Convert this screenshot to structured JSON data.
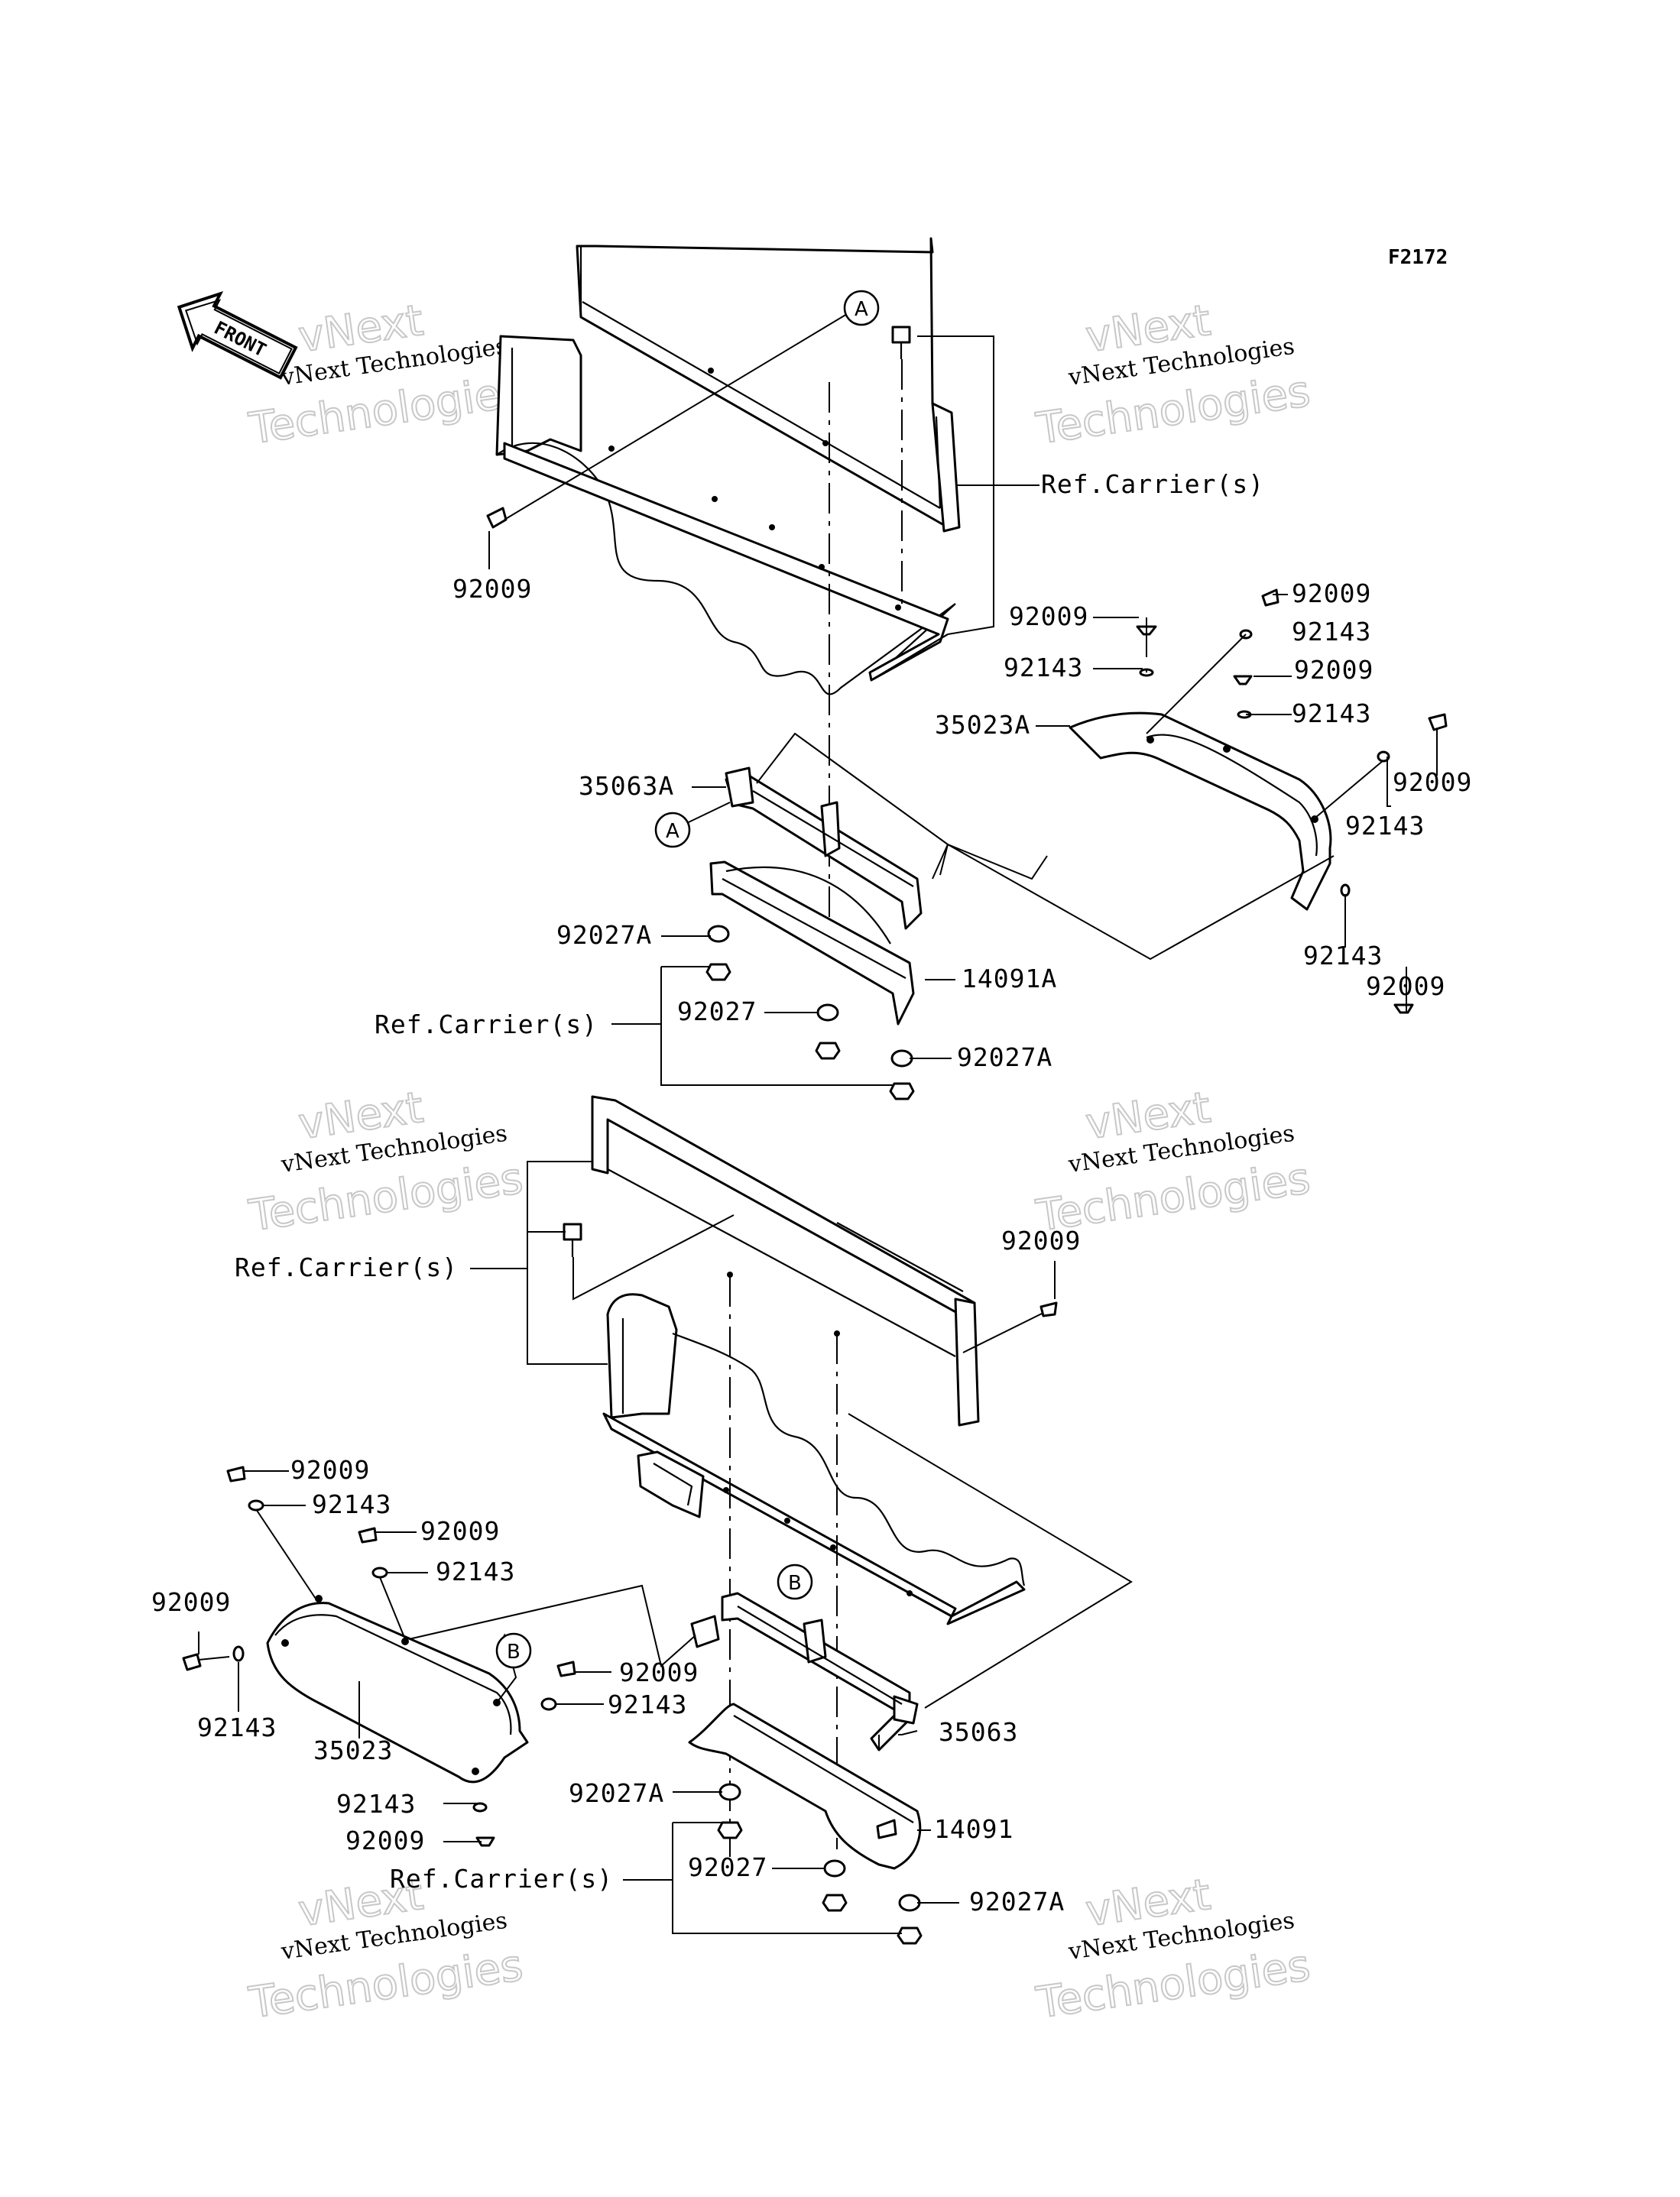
{
  "figure_code": "F2172",
  "front_arrow": "FRONT",
  "watermark": {
    "line1": "vNext",
    "line2": "vNext Technologies",
    "line3": "Technologies"
  },
  "callouts": {
    "a_top": "A",
    "a_mid": "A",
    "b_right": "B",
    "b_left": "B"
  },
  "labels": {
    "p1": "92009",
    "p2": "Ref.Carrier(s)",
    "p3": "92009",
    "p4": "92009",
    "p5": "92143",
    "p6": "92143",
    "p7": "92009",
    "p8": "35023A",
    "p9": "92143",
    "p10": "92009",
    "p11": "35063A",
    "p12": "92143",
    "p13": "92143",
    "p14": "92009",
    "p15": "92027A",
    "p16": "14091A",
    "p17": "Ref.Carrier(s)",
    "p18": "92027",
    "p19": "92027A",
    "p20": "92009",
    "p21": "Ref.Carrier(s)",
    "p22": "92009",
    "p23": "92143",
    "p24": "92009",
    "p25": "92143",
    "p26": "92009",
    "p27": "92009",
    "p28": "92143",
    "p29": "92143",
    "p30": "35023",
    "p31": "35063",
    "p32": "92143",
    "p33": "92009",
    "p34": "92027A",
    "p35": "14091",
    "p36": "Ref.Carrier(s)",
    "p37": "92027",
    "p38": "92027A"
  }
}
